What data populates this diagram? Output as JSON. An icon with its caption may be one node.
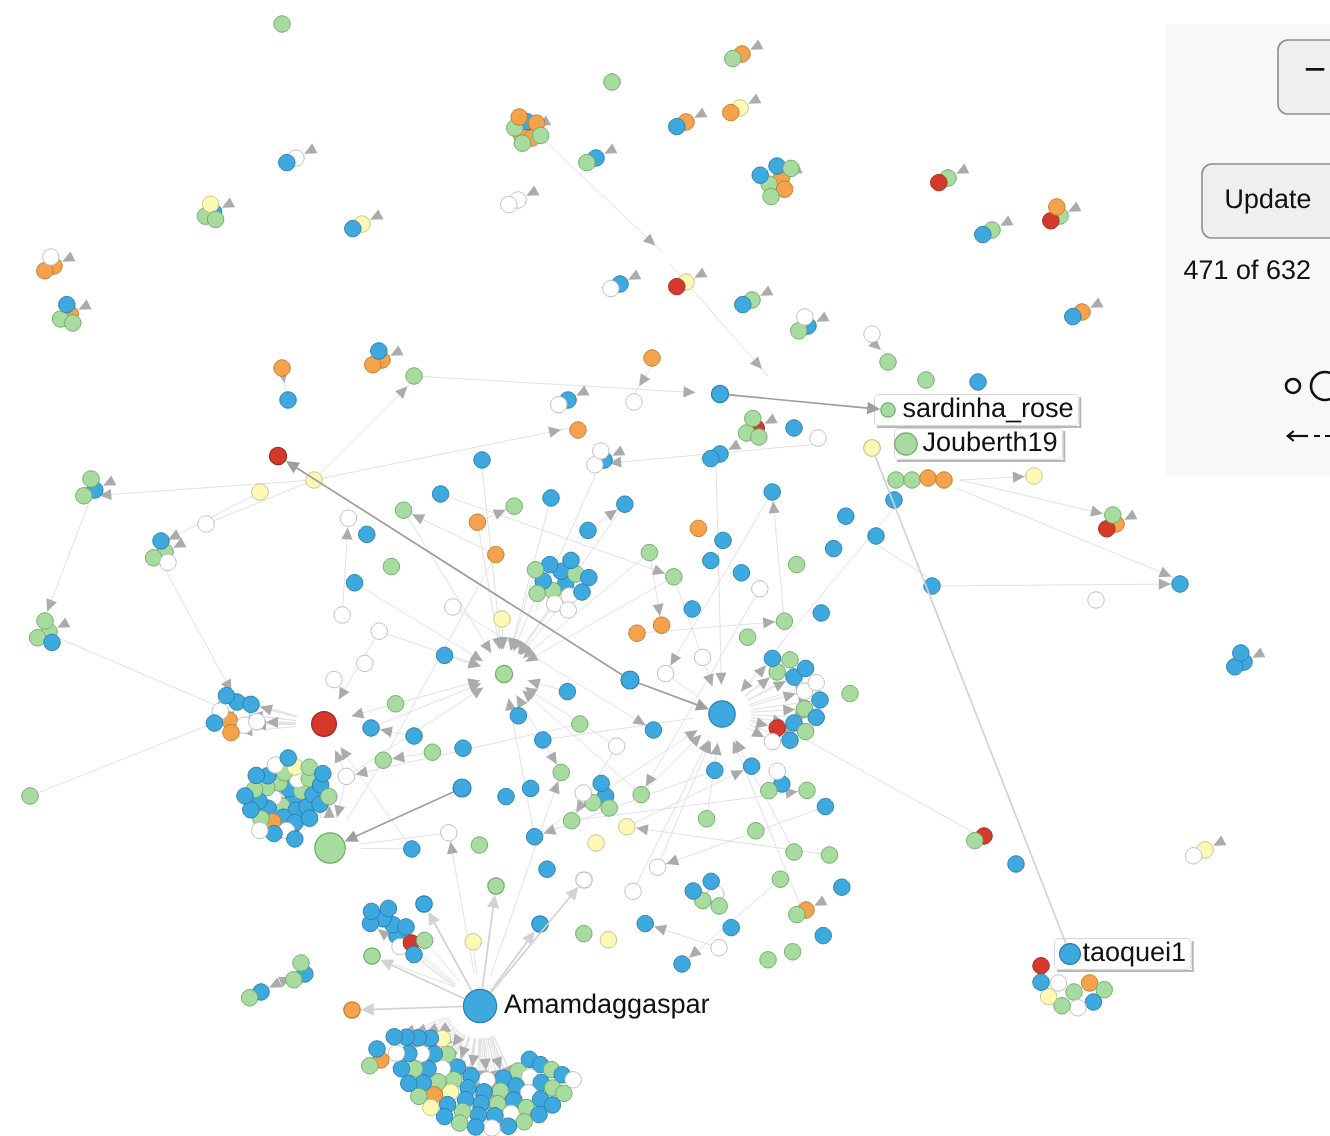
{
  "diagram": {
    "nodes": [
      {
        "text": [
          "sardinha_rose"
        ]
      },
      {
        "text": [
          "Jouberth19"
        ]
      },
      {
        "text": [
          "taoquei1"
        ]
      },
      {
        "text": [
          "Amamdaggaspar"
        ]
      },
      {
        "text": [],
        "shape": "circle"
      },
      {
        "text": [],
        "shape": "circle"
      },
      {
        "text": [],
        "shape": "circle"
      },
      {
        "text": [],
        "shape": "circle"
      },
      {
        "text": [],
        "shape": "circle"
      },
      {
        "text": [],
        "shape": "circle"
      },
      {
        "text": [],
        "shape": "circle"
      },
      {
        "text": [],
        "shape": "circle"
      },
      {
        "text": [],
        "shape": "circle"
      },
      {
        "text": [],
        "shape": "circle"
      },
      {
        "text": [],
        "shape": "circle"
      },
      {
        "text": [],
        "shape": "circle"
      },
      {
        "text": [],
        "shape": "circle"
      },
      {
        "text": [],
        "shape": "circle"
      },
      {
        "text": [],
        "shape": "circle"
      }
    ],
    "edges": [
      {
        "from": 12,
        "to": 2,
        "arrow": "none"
      },
      {
        "from": 8,
        "to": 4,
        "arrow": "to",
        "color": "#9e9e9e"
      },
      {
        "from": 9,
        "to": 6,
        "arrow": "to",
        "color": "#9e9e9e"
      },
      {
        "from": 10,
        "to": 0,
        "arrow": "to",
        "color": "#9e9e9e"
      },
      {
        "from": 8,
        "to": 11,
        "arrow": "to",
        "color": "#9e9e9e"
      },
      {
        "from": 3,
        "to": 13,
        "arrow": "to"
      },
      {
        "from": 3,
        "to": 14,
        "arrow": "to"
      },
      {
        "from": 3,
        "to": 15,
        "arrow": "to"
      },
      {
        "from": 3,
        "to": 16,
        "arrow": "to"
      },
      {
        "from": 3,
        "to": 17,
        "arrow": "to"
      },
      {
        "from": 3,
        "to": 18,
        "arrow": "to"
      }
    ],
    "labels": [
      "−",
      "Update",
      "471 of 632"
    ]
  }
}
